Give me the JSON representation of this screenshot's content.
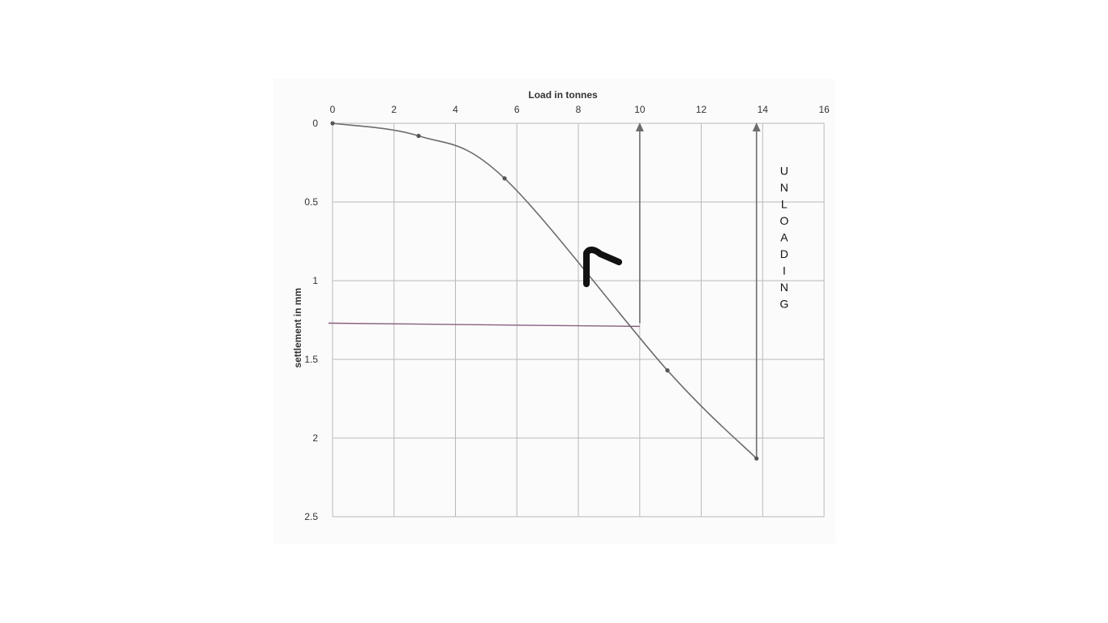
{
  "chart_data": {
    "type": "line",
    "xlabel": "Load in tonnes",
    "ylabel": "settlement in mm",
    "xlim": [
      0,
      16
    ],
    "ylim": [
      0,
      2.5
    ],
    "y_inverted": true,
    "x_axis_position": "top",
    "x_ticks": [
      "0",
      "2",
      "4",
      "6",
      "8",
      "10",
      "12",
      "14",
      "16"
    ],
    "y_ticks": [
      "0",
      "0.5",
      "1",
      "1.5",
      "2",
      "2.5"
    ],
    "grid": true,
    "series": [
      {
        "values": [
          {
            "x": 0,
            "y": 0
          },
          {
            "x": 2.8,
            "y": 0.08
          },
          {
            "x": 5.6,
            "y": 0.35
          },
          {
            "x": 10.9,
            "y": 1.57
          },
          {
            "x": 13.8,
            "y": 2.13
          }
        ],
        "color": "#6d6d6d"
      }
    ],
    "reference_line": {
      "y": 1.27,
      "x_start": 0,
      "x_end": 10,
      "color": "#8a5f80"
    },
    "arrows": [
      {
        "x": 10,
        "y_from": 1.27,
        "y_to": 0
      },
      {
        "x": 13.8,
        "y_from": 2.13,
        "y_to": 0
      }
    ],
    "annotations": [
      {
        "text": "UNLOADING",
        "orientation": "vertical",
        "x": 14.7,
        "y": 0.75
      }
    ],
    "marker": {
      "type": "hand-drawn-checkmark",
      "color": "#111111"
    }
  }
}
